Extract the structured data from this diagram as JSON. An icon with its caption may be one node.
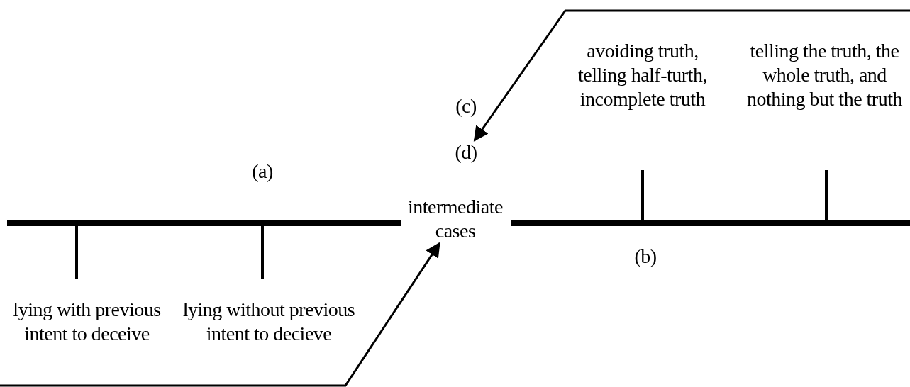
{
  "diagram": {
    "nodes": [
      {
        "text": [
          "lying with previous intent to deceive"
        ]
      },
      {
        "text": [
          "lying without previous intent to decieve"
        ]
      },
      {
        "text": [
          "intermediate cases"
        ]
      },
      {
        "text": [
          "(d)"
        ]
      },
      {
        "text": [
          "avoiding truth, telling half-turth, incomplete truth"
        ]
      },
      {
        "text": [
          "telling the truth, the whole truth, and nothing but the truth"
        ]
      }
    ],
    "edges": [
      {
        "from": null,
        "to": 2,
        "arrow": "to"
      },
      {
        "from": null,
        "to": 3,
        "arrow": "to"
      }
    ],
    "labels": [
      "(c)",
      "(a)",
      "(b)"
    ]
  }
}
